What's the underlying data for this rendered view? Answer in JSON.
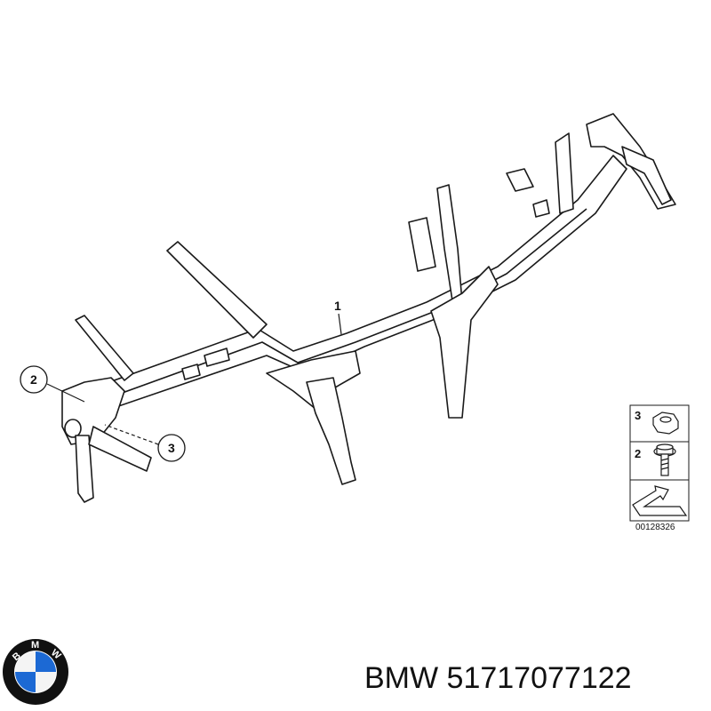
{
  "callouts": {
    "one": "1",
    "two": "2",
    "three": "3"
  },
  "legend": {
    "nut_label": "3",
    "bolt_label": "2",
    "diagram_code": "00128326"
  },
  "logo": {
    "letters": [
      "B",
      "M",
      "W"
    ],
    "colors": {
      "blue": "#1c69d4",
      "white": "#ffffff",
      "ring": "#111111"
    }
  },
  "caption": {
    "brand": "BMW",
    "part_number": "51717077122"
  }
}
